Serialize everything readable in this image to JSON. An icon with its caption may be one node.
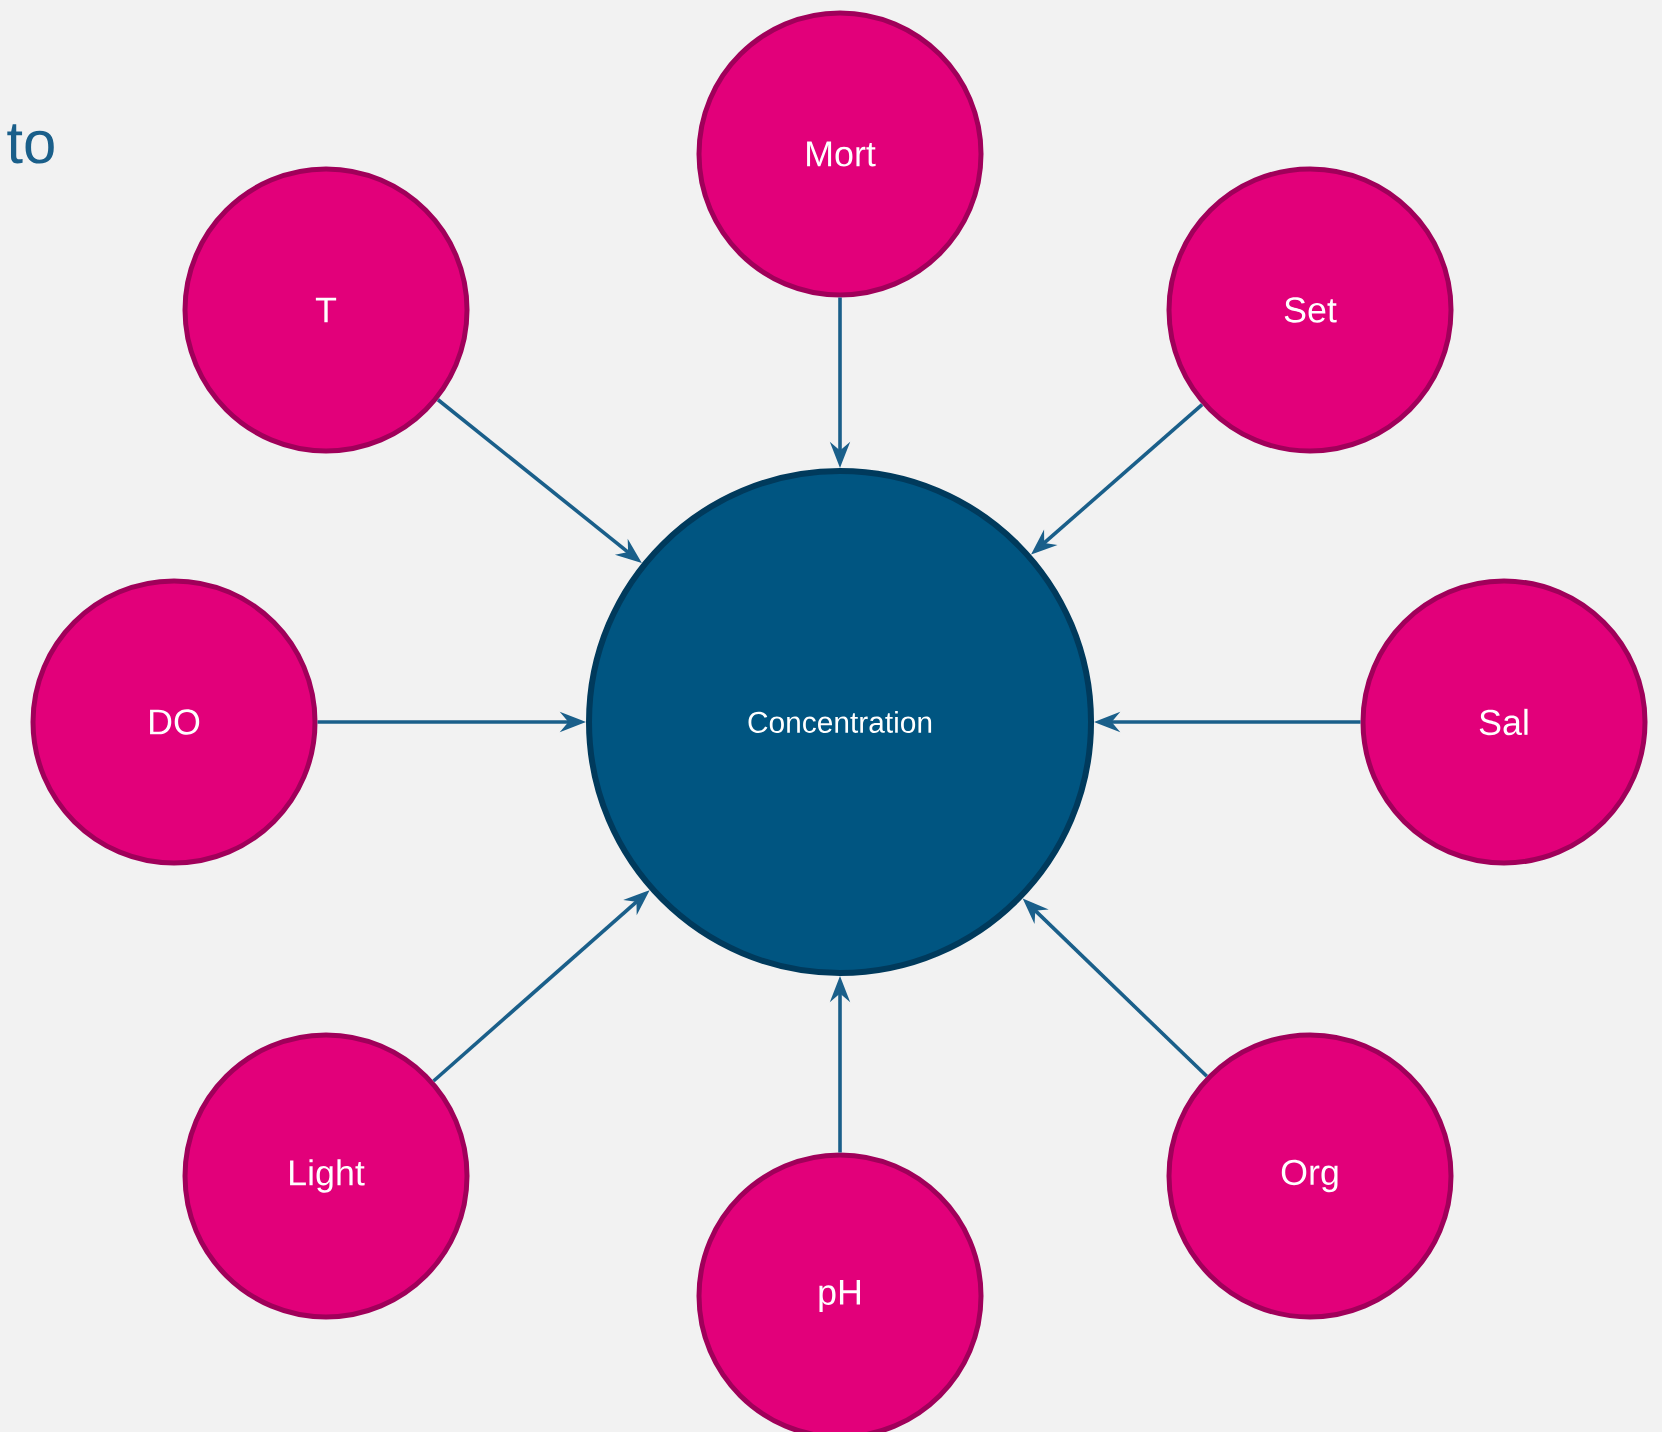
{
  "diagram": {
    "nodes": [
      {
        "text": [
          "Mort"
        ]
      },
      {
        "text": [
          "T"
        ]
      },
      {
        "text": [
          "Set"
        ]
      },
      {
        "text": [
          "DO"
        ]
      },
      {
        "text": [
          "Concentration"
        ]
      },
      {
        "text": [
          "Sal"
        ]
      },
      {
        "text": [
          "Light"
        ]
      },
      {
        "text": [
          "Org"
        ]
      },
      {
        "text": [
          "pH"
        ]
      }
    ],
    "edges": [
      {
        "from": 0,
        "to": 4,
        "arrow": "to"
      },
      {
        "from": 1,
        "to": 4,
        "arrow": "to"
      },
      {
        "from": 2,
        "to": 4,
        "arrow": "to"
      },
      {
        "from": 3,
        "to": 4,
        "arrow": "to"
      },
      {
        "from": 5,
        "to": 4,
        "arrow": "to"
      },
      {
        "from": 6,
        "to": 4,
        "arrow": "to"
      },
      {
        "from": 7,
        "to": 4,
        "arrow": "to"
      },
      {
        "from": 8,
        "to": 4,
        "arrow": "to"
      }
    ],
    "labels": [
      "to"
    ]
  }
}
